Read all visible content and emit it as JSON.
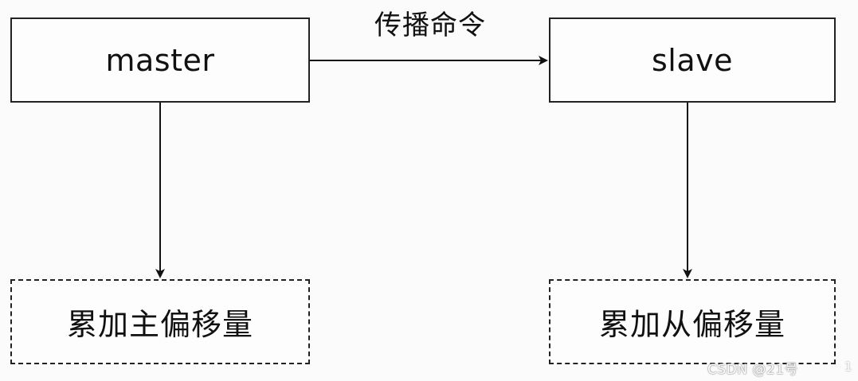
{
  "diagram": {
    "nodes": {
      "master": "master",
      "slave": "slave",
      "master_offset": "累加主偏移量",
      "slave_offset": "累加从偏移量"
    },
    "edges": {
      "propagate_label": "传播命令"
    }
  },
  "watermark": {
    "text": "CSDN @21号",
    "page": "1"
  }
}
